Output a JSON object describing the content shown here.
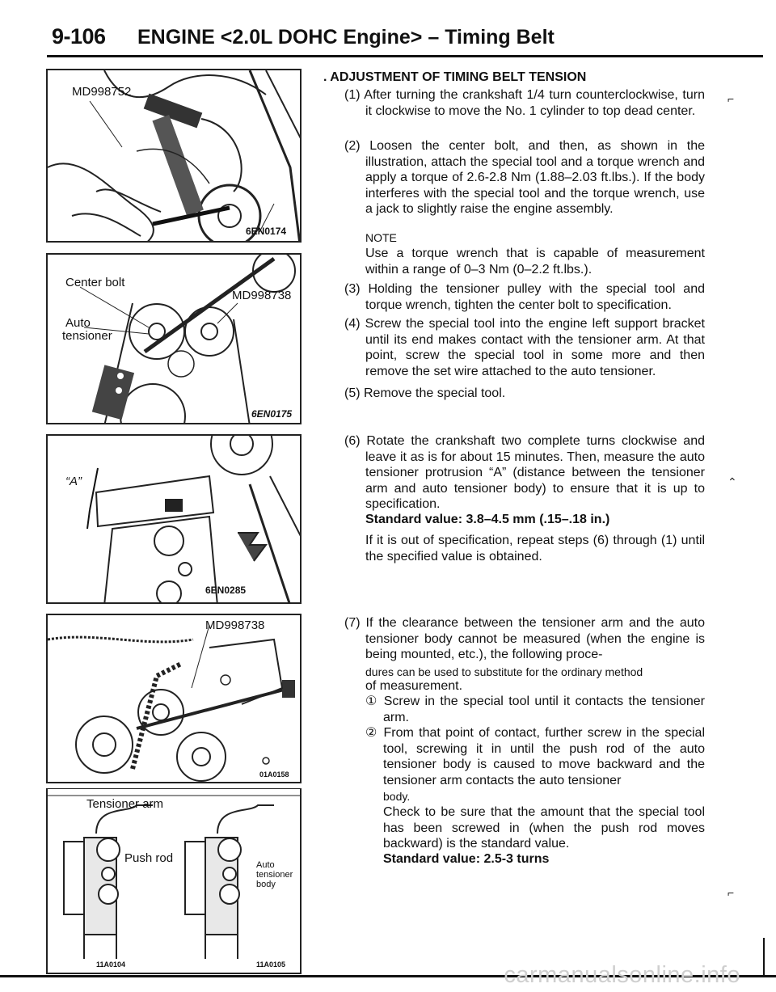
{
  "header": {
    "page_number": "9-106",
    "title": "ENGINE <2.0L DOHC Engine> – Timing Belt"
  },
  "figures": [
    {
      "labels": [
        "MD998752"
      ],
      "code": "6EN0174"
    },
    {
      "labels": [
        "Center bolt",
        "Auto",
        "tensioner",
        "MD998738"
      ],
      "code": "6EN0175"
    },
    {
      "labels": [
        "“A”"
      ],
      "code": "6EN0285"
    },
    {
      "labels": [
        "MD998738"
      ],
      "code": "01A0158"
    },
    {
      "labels": [
        "Tensioner arm",
        "Push rod",
        "Auto",
        "tensioner",
        "body"
      ],
      "codes": [
        "11A0104",
        "11A0105"
      ]
    }
  ],
  "section_title": ". ADJUSTMENT OF TIMING BELT TENSION",
  "steps": {
    "s1": "(1) After turning the crankshaft 1/4 turn counterclockwise, turn it clockwise to move the No. 1 cylinder to top dead center.",
    "s2": "(2) Loosen the center bolt, and then, as shown in the illustration, attach the special tool and a torque wrench and apply a torque of 2.6-2.8 Nm (1.88–2.03 ft.lbs.). If the body interferes with the special tool and the torque wrench, use a jack to slightly raise the engine assembly.",
    "note_label": "NOTE",
    "note_text": "Use a torque wrench that is capable of measurement within a range of 0–3 Nm (0–2.2 ft.lbs.).",
    "s3": "(3) Holding the tensioner pulley with the special tool and torque wrench, tighten the center bolt to specification.",
    "s4": "(4) Screw the special tool into the engine left support bracket until its end makes contact with the tensioner arm. At that point, screw the special tool in some more and then remove the set wire attached to the auto tensioner.",
    "s5": "(5) Remove the special tool.",
    "s6": "(6) Rotate the crankshaft two complete turns clockwise and leave it as is for about 15 minutes. Then, measure the auto tensioner protrusion “A” (distance between the tensioner arm and auto tensioner body) to ensure that it is up to specification.",
    "s6_standard": "Standard value: 3.8–4.5 mm (.15–.18 in.)",
    "s6_repeat": "If it is out of specification, repeat steps (6) through (1) until the specified value is obtained.",
    "s7": "(7) If the clearance between the tensioner arm and the auto tensioner body cannot be measured (when the engine is being mounted, etc.), the following proce-",
    "s7_b": "dures can be used to substitute for the ordinary method",
    "s7_c": "of measurement.",
    "sub1": "① Screw in the special tool until it contacts the tensioner arm.",
    "sub2": "② From that point of contact, further screw in the special tool, screwing it in until the push rod of the auto tensioner body is caused to move backward and the tensioner arm contacts the auto tensioner",
    "sub2_b": "body.",
    "check": "Check to be sure that the amount that the special tool has been screwed in (when the push rod moves backward) is the standard value.",
    "s7_standard": "Standard value: 2.5-3 turns"
  },
  "footer": {
    "watermark": "carmanualsonline.info"
  }
}
